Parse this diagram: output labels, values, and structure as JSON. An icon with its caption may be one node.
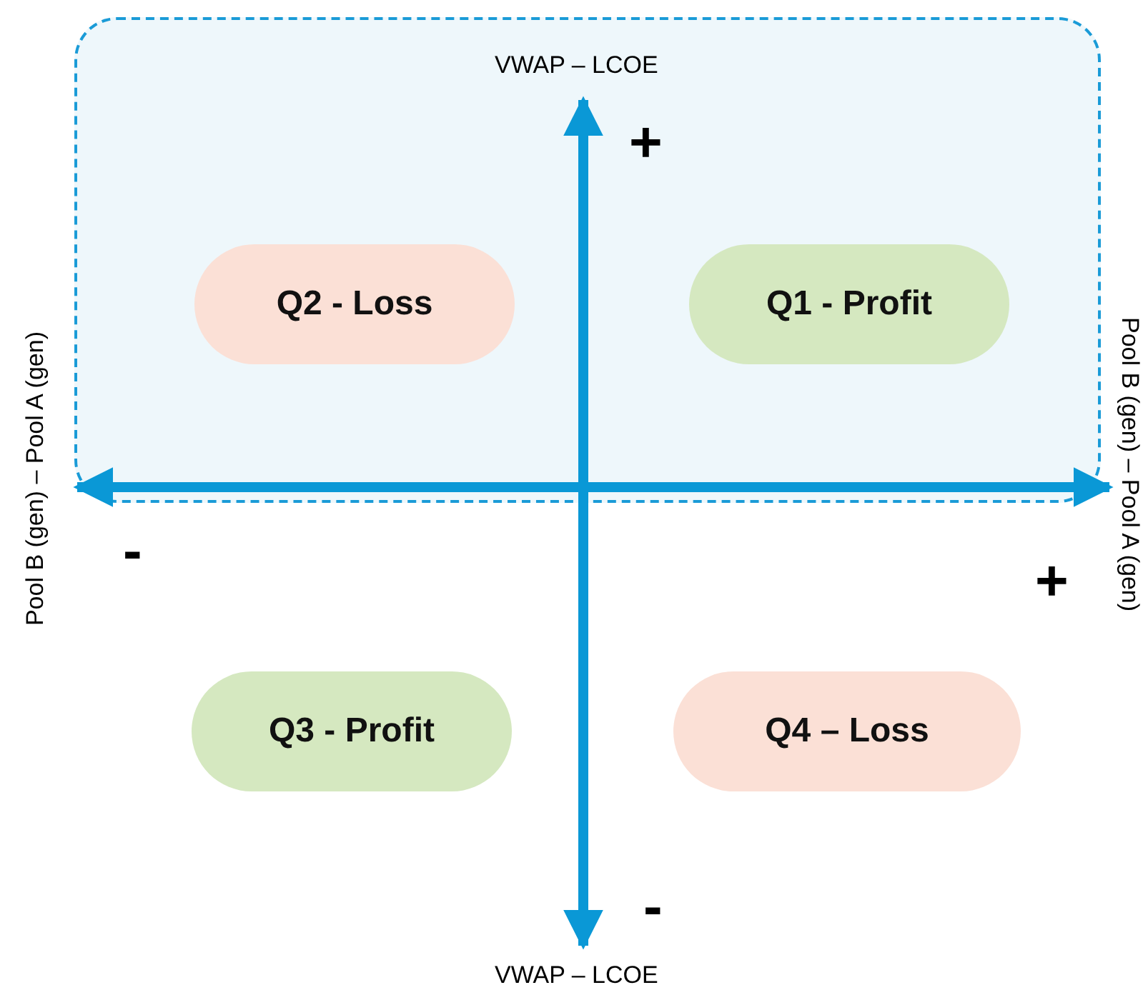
{
  "diagram": {
    "nodes": [
      {
        "text": [],
        "shape": "box"
      },
      {
        "text": [
          "Q2 - Loss"
        ],
        "in": 0
      },
      {
        "text": [
          "Q1 - Profit"
        ],
        "in": 0
      },
      {
        "text": [
          "Q3 - Profit"
        ]
      },
      {
        "text": [
          "Q4 – Loss"
        ]
      }
    ],
    "edges": [],
    "labels": [
      "VWAP – LCOE",
      "+",
      "Pool B (gen) – Pool A (gen)",
      "Pool B (gen) – Pool A (gen)",
      "-",
      "+",
      "-",
      "VWAP – LCOE"
    ]
  }
}
